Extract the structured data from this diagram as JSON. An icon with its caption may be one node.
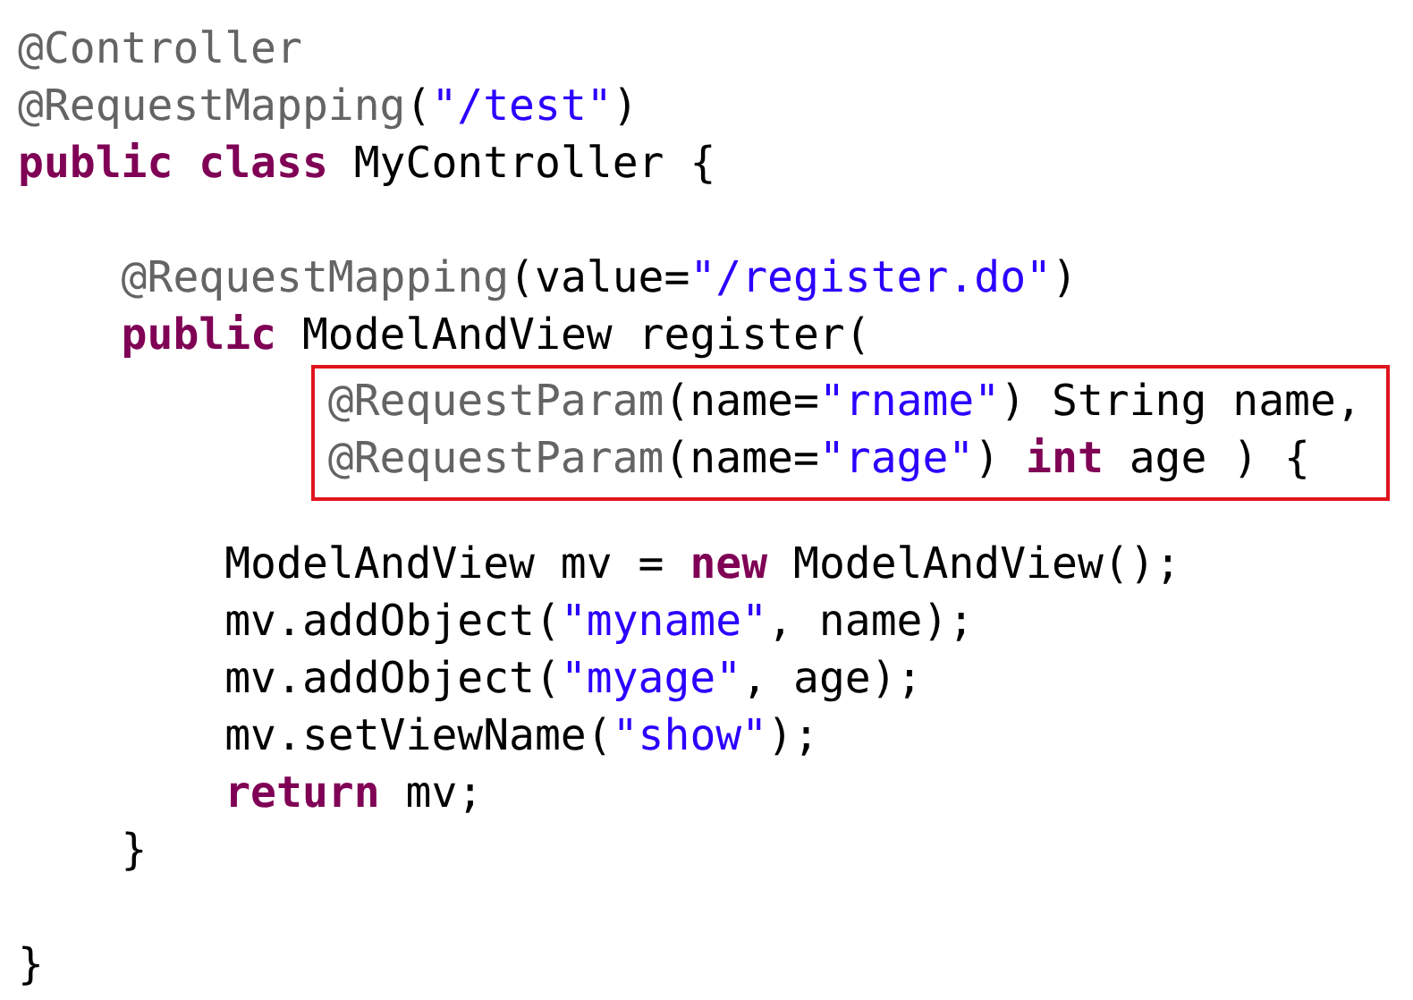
{
  "diagram": {
    "nodes": [
      {
        "text": [
          "@RequestParam(name=\"rname\") String name,",
          "@RequestParam(name=\"rage\") **int** age ) {"
        ]
      }
    ],
    "labels": [
      "@Controller",
      "@RequestMapping(\"/test\")",
      "**public** **class** MyController {",
      "@RequestMapping(value=\"/register.do\")",
      "**public** ModelAndView register(",
      "ModelAndView mv = **new** ModelAndView();",
      "mv.addObject(\"myname\", name);",
      "mv.addObject(\"myage\", age);",
      "mv.setViewName(\"show\");",
      "**return** mv;",
      "}",
      "}"
    ]
  }
}
